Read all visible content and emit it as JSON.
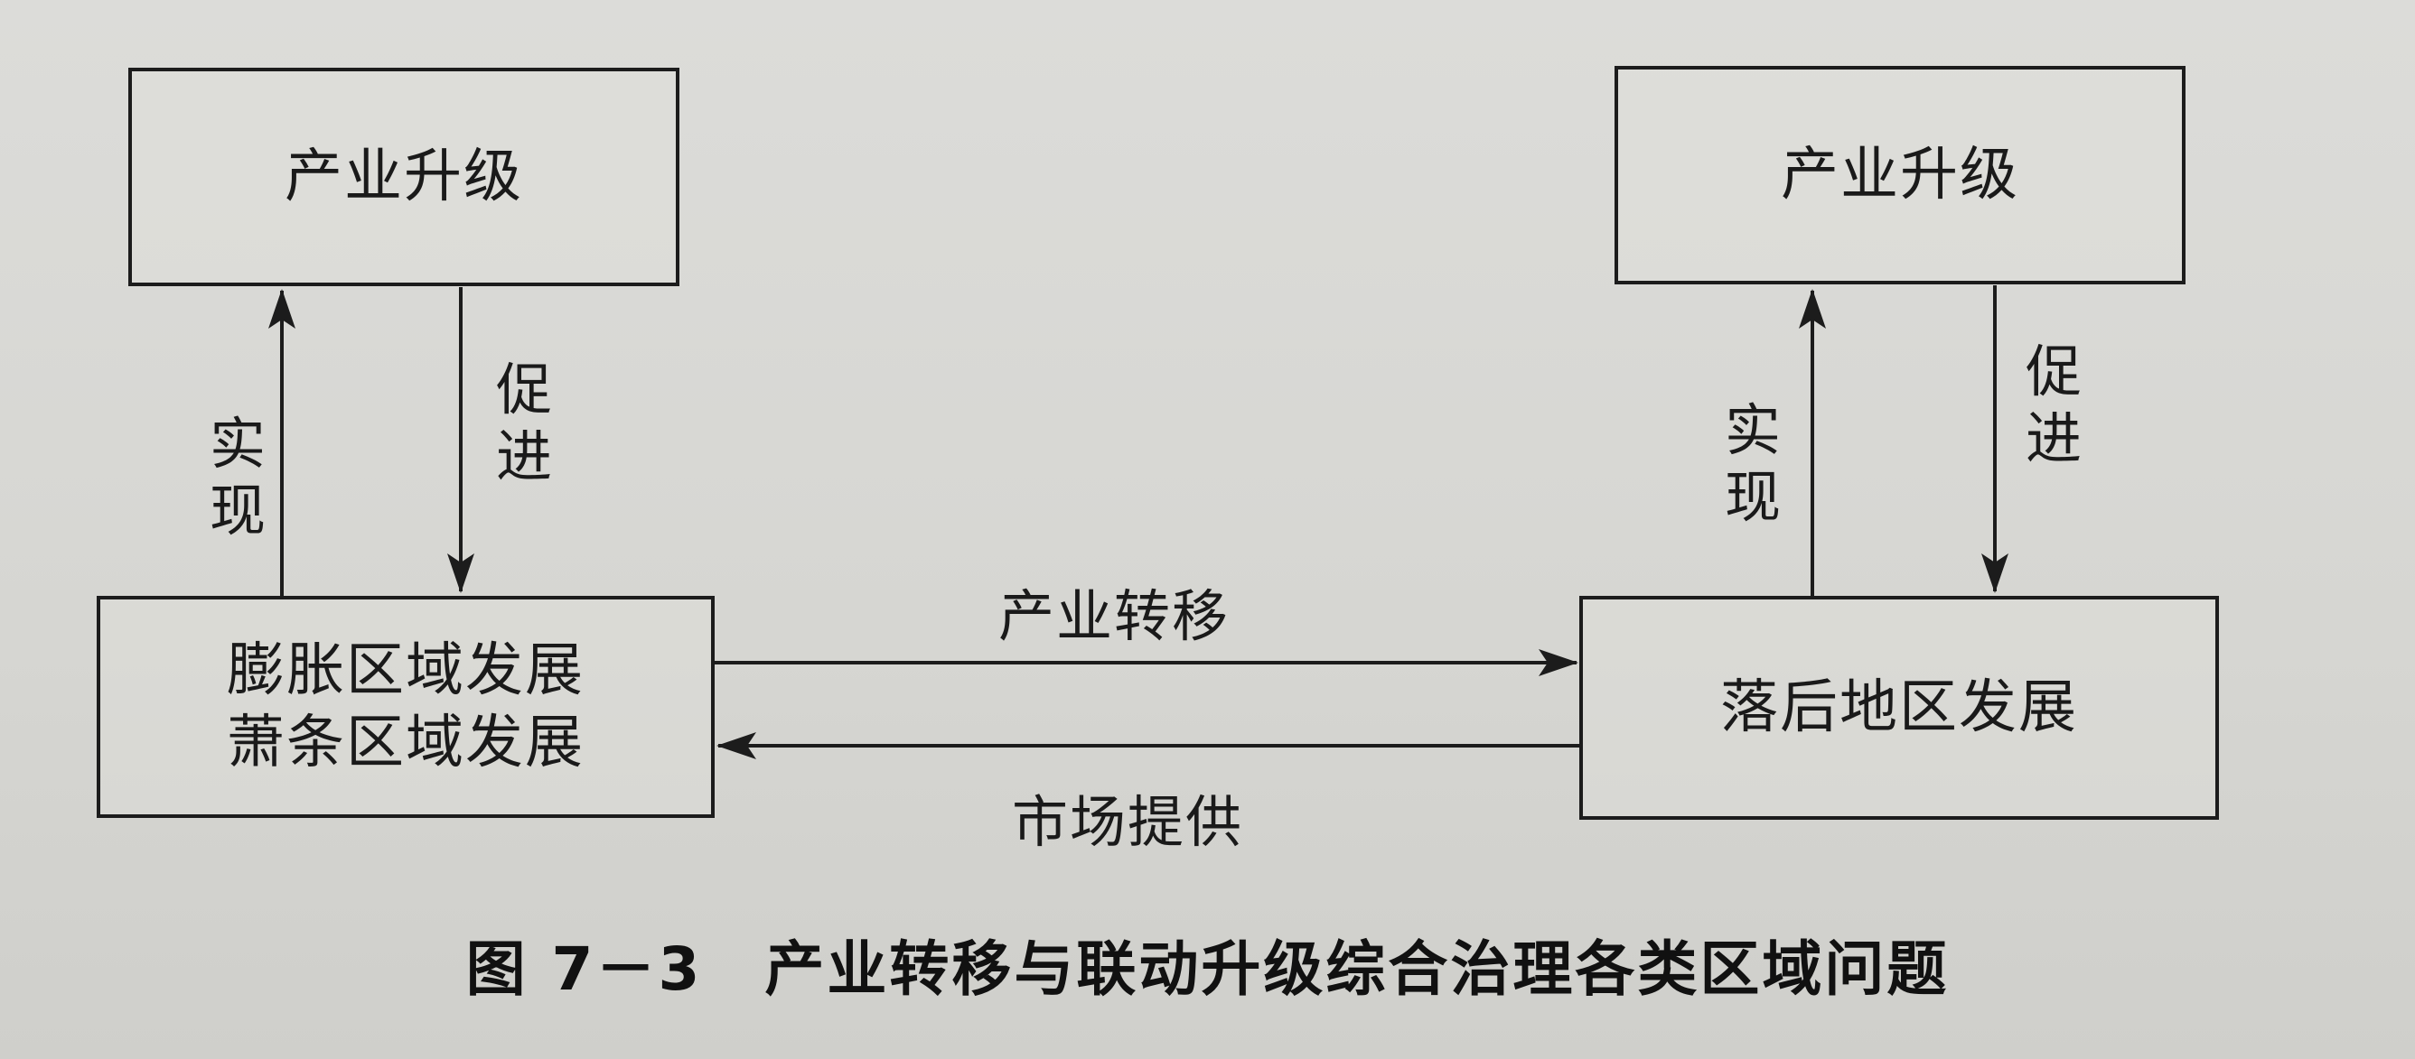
{
  "nodes": {
    "left_upgrade": "产业升级",
    "right_upgrade": "产业升级",
    "left_region_line1": "膨胀区域发展",
    "left_region_line2": "萧条区域发展",
    "right_region": "落后地区发展"
  },
  "edges": {
    "left_realize": "实现",
    "left_promote": "促进",
    "right_realize": "实现",
    "right_promote": "促进",
    "industry_transfer": "产业转移",
    "market_provision": "市场提供"
  },
  "caption": "图 7－3　产业转移与联动升级综合治理各类区域问题"
}
